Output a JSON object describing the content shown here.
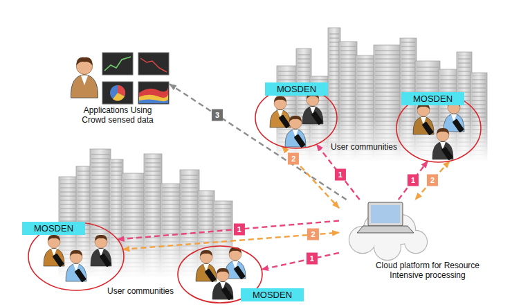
{
  "diagram": {
    "nodes": [
      {
        "text": [
          "Applications Using Crowd sensed data"
        ]
      },
      {
        "text": [
          "MOSDEN"
        ]
      },
      {
        "text": [
          "MOSDEN"
        ]
      },
      {
        "text": [
          "MOSDEN"
        ]
      },
      {
        "text": [
          "MOSDEN"
        ]
      },
      {
        "text": [
          "Cloud platform for Resource Intensive processing"
        ]
      }
    ],
    "edges": [
      {
        "from": 5,
        "to": 0,
        "label": "3",
        "arrow": "to"
      },
      {
        "from": 5,
        "to": 1,
        "label": "1",
        "arrow": "to"
      },
      {
        "from": 1,
        "to": 5,
        "label": "2",
        "arrow": "both"
      },
      {
        "from": 5,
        "to": 2,
        "label": "1",
        "arrow": "to"
      },
      {
        "from": 2,
        "to": 5,
        "label": "2",
        "arrow": "both"
      },
      {
        "from": 5,
        "to": 3,
        "label": "1",
        "arrow": "to"
      },
      {
        "from": 3,
        "to": 5,
        "label": "2",
        "arrow": "both"
      },
      {
        "from": 5,
        "to": 4,
        "label": "1",
        "arrow": "to"
      }
    ],
    "labels": [
      "User communities",
      "User communities"
    ]
  }
}
